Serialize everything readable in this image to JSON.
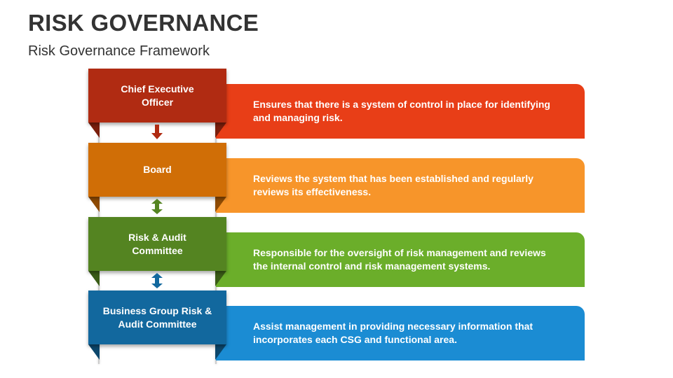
{
  "title": "RISK GOVERNANCE",
  "subtitle": "Risk Governance Framework",
  "levels": [
    {
      "label": "Chief Executive Officer",
      "description": "Ensures that there is a system of control in place for identifying and managing risk.",
      "box_color": "#B02B12",
      "fold_color": "#7A1E0C",
      "panel_color": "#E83E17"
    },
    {
      "label": "Board",
      "description": "Reviews the system that has been established and regularly reviews its effectiveness.",
      "box_color": "#D06E06",
      "fold_color": "#8F4B04",
      "panel_color": "#F7952A"
    },
    {
      "label": "Risk & Audit Committee",
      "description": "Responsible for the oversight of risk management and reviews the internal control and risk management systems.",
      "box_color": "#548421",
      "fold_color": "#3A5C17",
      "panel_color": "#6BAE2A"
    },
    {
      "label": "Business Group Risk & Audit Committee",
      "description": "Assist management in providing necessary information that incorporates each CSG and functional area.",
      "box_color": "#12689E",
      "fold_color": "#0C476C",
      "panel_color": "#1B8CD3"
    }
  ],
  "connectors": [
    "down-arrow",
    "double-arrow",
    "double-arrow"
  ]
}
